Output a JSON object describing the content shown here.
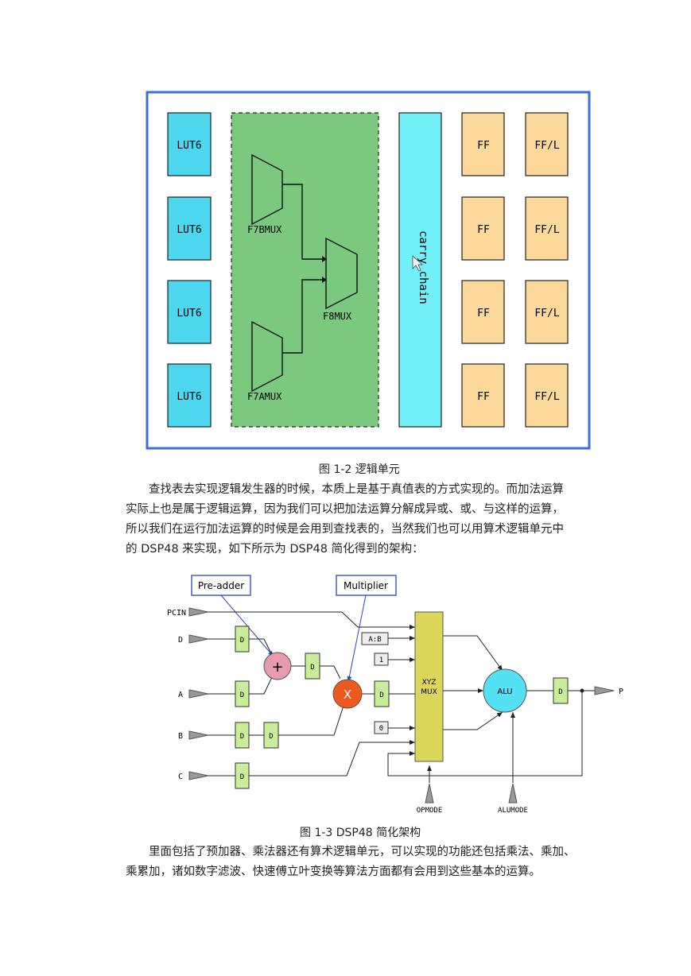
{
  "figure1": {
    "luts": [
      "LUT6",
      "LUT6",
      "LUT6",
      "LUT6"
    ],
    "mux_labels": {
      "f7b": "F7BMUX",
      "f7a": "F7AMUX",
      "f8": "F8MUX"
    },
    "carry_chain": "carry chain",
    "ff_col": [
      "FF",
      "FF",
      "FF",
      "FF"
    ],
    "ffl_col": [
      "FF/L",
      "FF/L",
      "FF/L",
      "FF/L"
    ],
    "caption": "图 1-2  逻辑单元",
    "colors": {
      "border": "#3b6fd6",
      "lut": "#4dd7ee",
      "slice_bg": "#7bc97f",
      "carry": "#72f0f7",
      "ff": "#fad99a"
    }
  },
  "paragraph1": [
    "查找表去实现逻辑发生器的时候，本质上是基于真值表的方式实现的。而加法运算",
    "实际上也是属于逻辑运算，因为我们可以把加法运算分解成异或、或、与这样的运算，",
    "所以我们在运行加法运算的时候是会用到查找表的，当然我们也可以用算术逻辑单元中",
    "的 DSP48 来实现，如下所示为 DSP48 简化得到的架构："
  ],
  "figure2": {
    "callouts": {
      "preadder": "Pre-adder",
      "multiplier": "Multiplier"
    },
    "inputs": [
      "PCIN",
      "D",
      "A",
      "B",
      "C"
    ],
    "reg_label": "D",
    "adder_symbol": "+",
    "mult_symbol": "X",
    "mux_inputs": [
      "A:B",
      "1",
      "0"
    ],
    "mux_label": [
      "XYZ",
      "MUX"
    ],
    "alu_label": "ALU",
    "output": "P",
    "controls": [
      "OPMODE",
      "ALUMODE"
    ],
    "caption": "图 1-3 DSP48 简化架构",
    "colors": {
      "reg": "#c8ee9a",
      "adder": "#e89aae",
      "mult": "#ee5a1e",
      "mux": "#d9d65a",
      "alu": "#54e1f5",
      "callout": "#2a44c8"
    }
  },
  "paragraph2": [
    "里面包括了预加器、乘法器还有算术逻辑单元，可以实现的功能还包括乘法、乘加、",
    "乘累加，诸如数字滤波、快速傅立叶变换等算法方面都有会用到这些基本的运算。"
  ]
}
